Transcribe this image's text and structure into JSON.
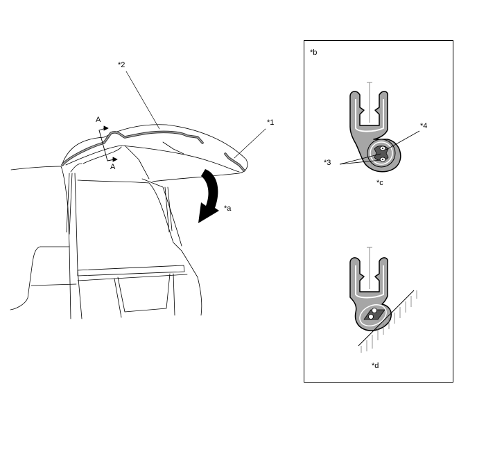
{
  "figure": {
    "main_view": {
      "callouts": {
        "part1": "*1",
        "part2": "*2",
        "motion": "*a"
      },
      "section_markers": {
        "top": "A",
        "bottom": "A"
      }
    },
    "inset": {
      "title": "*b",
      "view_c": {
        "label": "*c",
        "callouts": {
          "part3": "*3",
          "part4": "*4"
        }
      },
      "view_d": {
        "label": "*d"
      }
    },
    "colors": {
      "line": "#000000",
      "weatherstrip_fill": "#a6a6a6",
      "core_fill": "#555555",
      "arrow_fill": "#000000",
      "background": "#ffffff"
    }
  }
}
